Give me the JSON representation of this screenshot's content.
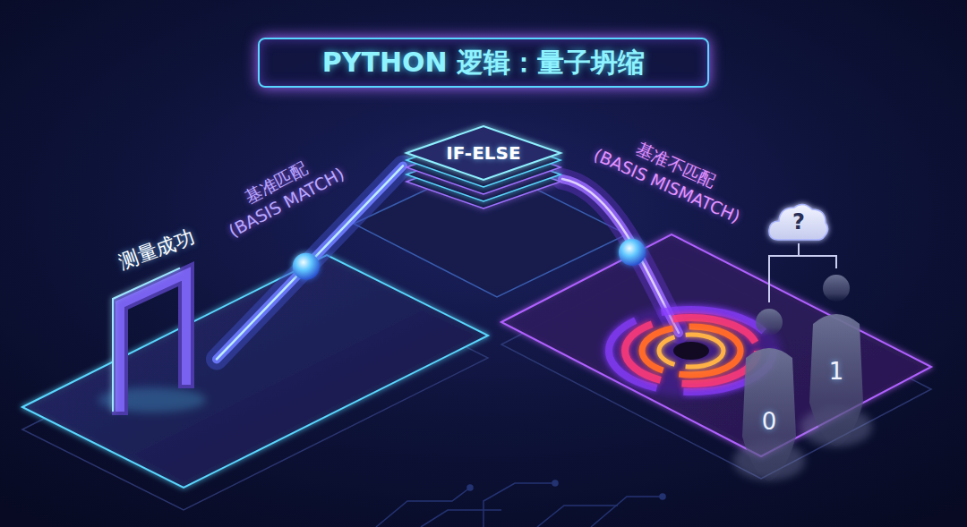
{
  "diagram": {
    "title": "PYTHON 逻辑：量子坍缩",
    "nodes": [
      {
        "text": [
          "测量成功"
        ]
      },
      {
        "text": [
          "IF-ELSE"
        ]
      },
      {
        "text": [
          "?"
        ]
      },
      {
        "text": [
          "0"
        ]
      },
      {
        "text": [
          "1"
        ]
      }
    ],
    "edges": [
      {
        "from": 1,
        "to": 0,
        "label": "基准匹配 (BASIS MATCH)",
        "arrow": "none"
      },
      {
        "from": 2,
        "to": 3,
        "arrow": "none"
      },
      {
        "from": 2,
        "to": 4,
        "arrow": "none"
      }
    ],
    "labels": [
      "基准不匹配 (BASIS MISMATCH)"
    ]
  }
}
